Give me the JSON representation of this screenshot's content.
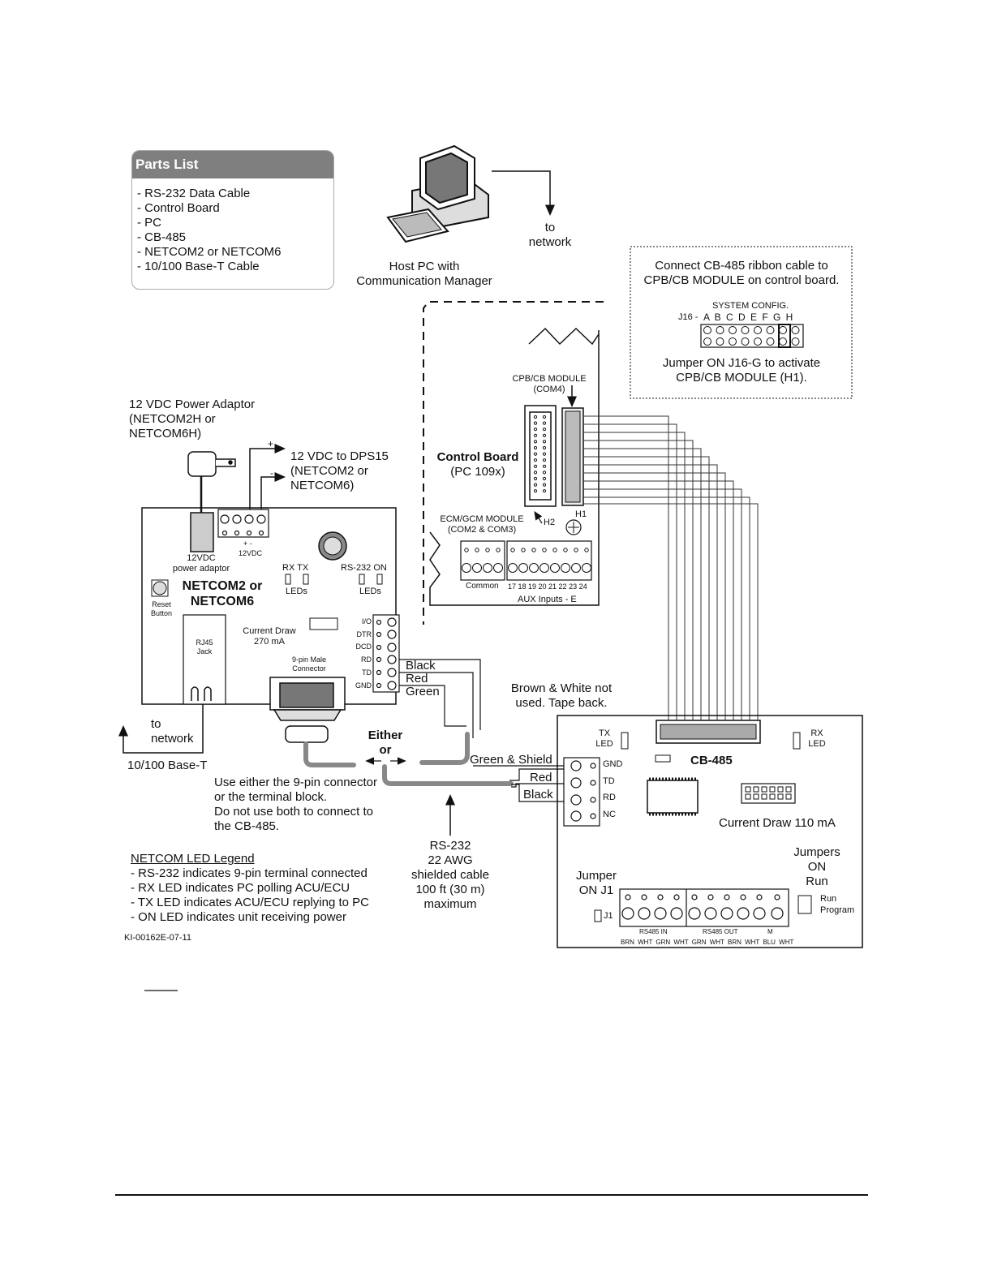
{
  "parts_list": {
    "title": "Parts List",
    "items": [
      "- RS-232 Data Cable",
      "- Control Board",
      "- PC",
      "- CB-485",
      "- NETCOM2 or NETCOM6",
      "- 10/100 Base-T Cable"
    ]
  },
  "host_pc": {
    "line1": "Host PC with",
    "line2": "Communication Manager"
  },
  "to_network_top": {
    "line1": "to",
    "line2": "network"
  },
  "config_box": {
    "line1": "Connect CB-485 ribbon cable to",
    "line2": "CPB/CB MODULE on control board.",
    "sys_config": "SYSTEM CONFIG.",
    "j16_prefix": "J16 -",
    "j16_letters": "A B C D E F G H",
    "jumper_line1": "Jumper ON J16-G to activate",
    "jumper_line2": "CPB/CB MODULE (H1)."
  },
  "control_board": {
    "title": "Control Board",
    "model": "(PC 109x)",
    "cpb_label1": "CPB/CB MODULE",
    "cpb_label2": "(COM4)",
    "ecm_label1": "ECM/GCM MODULE",
    "ecm_label2": "(COM2 & COM3)",
    "h2": "H2",
    "h1": "H1",
    "common": "Common",
    "aux_numbers": "17 18 19 20 21 22 23 24",
    "aux_inputs": "AUX Inputs - E"
  },
  "power_adaptor": {
    "line1": "12 VDC Power Adaptor",
    "line2": "(NETCOM2H or",
    "line3": "NETCOM6H)",
    "plus": "+",
    "minus": "-",
    "dps_line1": "12 VDC to DPS15",
    "dps_line2": "(NETCOM2 or",
    "dps_line3": "NETCOM6)"
  },
  "netcom": {
    "adaptor_12vdc": "12VDC",
    "adaptor_label": "power adaptor",
    "terminal_pm": "+   -",
    "terminal_12vdc": "12VDC",
    "rx_tx": "RX  TX",
    "leds_left": "LEDs",
    "rs232_on": "RS-232 ON",
    "leds_right": "LEDs",
    "title_line1": "NETCOM2 or",
    "title_line2": "NETCOM6",
    "reset_line1": "Reset",
    "reset_line2": "Button",
    "rj45_line1": "RJ45",
    "rj45_line2": "Jack",
    "current_line1": "Current Draw",
    "current_line2": "270 mA",
    "connector_line1": "9-pin Male",
    "connector_line2": "Connector",
    "pins": [
      "I/O",
      "DTR",
      "DCD",
      "RD",
      "TD",
      "GND"
    ],
    "wires": [
      "Black",
      "Red",
      "Green"
    ]
  },
  "to_network_left": {
    "line1": "to",
    "line2": "network"
  },
  "base_t": "10/100 Base-T",
  "either": {
    "line1": "Either",
    "line2": "or"
  },
  "use_either": {
    "line1": "Use either the 9-pin connector",
    "line2": "or the terminal block.",
    "line3": "Do not use both to connect to",
    "line4": "the CB-485."
  },
  "brown_white": {
    "line1": "Brown & White not",
    "line2": "used. Tape back."
  },
  "cb485_wires": [
    "Green & Shield",
    "Red",
    "Black"
  ],
  "rs232_cable": {
    "line1": "RS-232",
    "line2": "22 AWG",
    "line3": "shielded cable",
    "line4": "100 ft (30 m)",
    "line5": "maximum"
  },
  "legend": {
    "title": "NETCOM LED Legend",
    "items": [
      "- RS-232 indicates 9-pin terminal connected",
      "- RX LED indicates PC polling ACU/ECU",
      "- TX LED indicates ACU/ECU replying to PC",
      "- ON LED indicates unit receiving power"
    ]
  },
  "figure_code": "KI-00162E-07-11",
  "cb485": {
    "tx_line1": "TX",
    "tx_line2": "LED",
    "rx_line1": "RX",
    "rx_line2": "LED",
    "title": "CB-485",
    "pins": [
      "GND",
      "TD",
      "RD",
      "NC"
    ],
    "current": "Current Draw 110 mA",
    "jumpers_line1": "Jumpers",
    "jumpers_line2": "ON",
    "jumpers_line3": "Run",
    "jumper_j1_line1": "Jumper",
    "jumper_j1_line2": "ON J1",
    "j1": "J1",
    "run": "Run",
    "program": "Program",
    "rs485_in": "RS485 IN",
    "rs485_out": "RS485 OUT",
    "m": "M",
    "wire_colors": "BRN WHT GRN WHT GRN WHT BRN WHT BLU WHT"
  }
}
